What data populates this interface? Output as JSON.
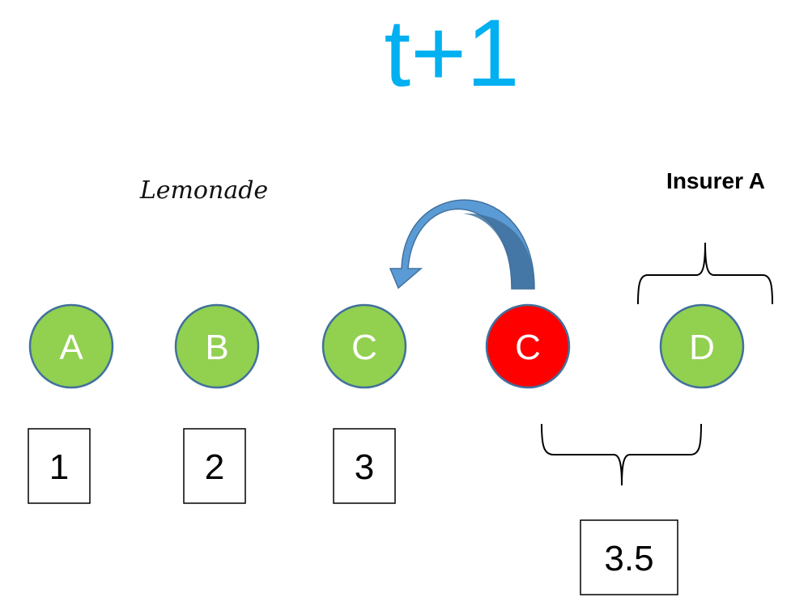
{
  "title": "t+1",
  "logo": "Lemonade",
  "insurer_label": "Insurer A",
  "colors": {
    "title": "#00b0f0",
    "node_green": "#92d050",
    "node_red": "#ff0000",
    "node_stroke": "#41719c",
    "arrow_light": "#5b9bd5",
    "arrow_dark": "#41719c"
  },
  "nodes": [
    {
      "label": "A",
      "color": "green"
    },
    {
      "label": "B",
      "color": "green"
    },
    {
      "label": "C",
      "color": "green"
    },
    {
      "label": "C",
      "color": "red"
    },
    {
      "label": "D",
      "color": "green"
    }
  ],
  "boxes": [
    {
      "value": "1"
    },
    {
      "value": "2"
    },
    {
      "value": "3"
    },
    {
      "value": "3.5"
    }
  ]
}
